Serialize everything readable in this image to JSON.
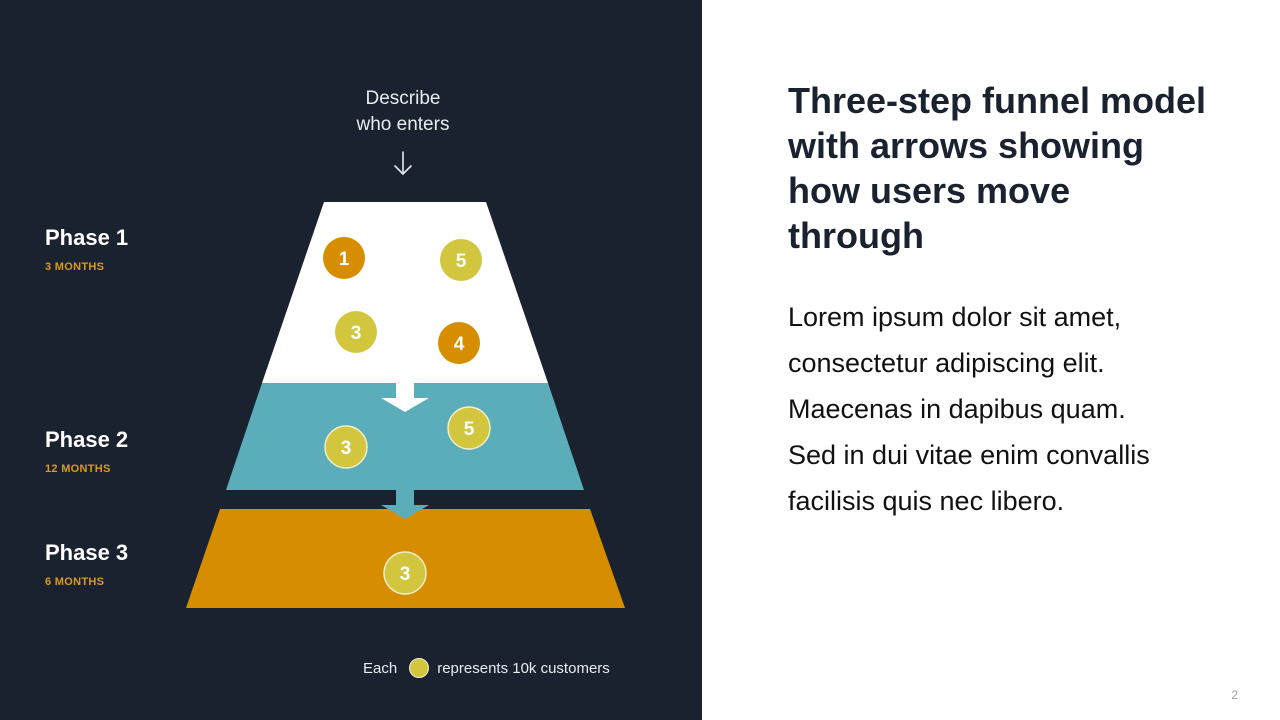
{
  "entry_label": {
    "line1": "Describe",
    "line2": "who enters"
  },
  "phases": [
    {
      "name": "Phase 1",
      "duration": "3 MONTHS",
      "markers": [
        "1",
        "5",
        "3",
        "4"
      ]
    },
    {
      "name": "Phase 2",
      "duration": "12 MONTHS",
      "markers": [
        "3",
        "5"
      ]
    },
    {
      "name": "Phase 3",
      "duration": "6 MONTHS",
      "markers": [
        "3"
      ]
    }
  ],
  "legend": {
    "prefix": "Each",
    "suffix": "represents 10k customers"
  },
  "title": "Three-step funnel model with arrows showing how users move through",
  "body": "Lorem ipsum dolor sit amet, consectetur adipiscing elit. Maecenas in dapibus quam. Sed in dui vitae enim convallis facilisis quis nec libero.",
  "page_number": "2",
  "colors": {
    "background_dark": "#1a2230",
    "phase1_fill": "#ffffff",
    "phase2_fill": "#5baeb9",
    "phase3_fill": "#d68e00",
    "marker_yellow": "#d3c63f",
    "marker_orange": "#d68e00",
    "accent_orange_text": "#d99a1e"
  },
  "icons": {
    "entry_arrow": "down-arrow-icon",
    "flow_arrow": "block-down-arrow-icon"
  }
}
